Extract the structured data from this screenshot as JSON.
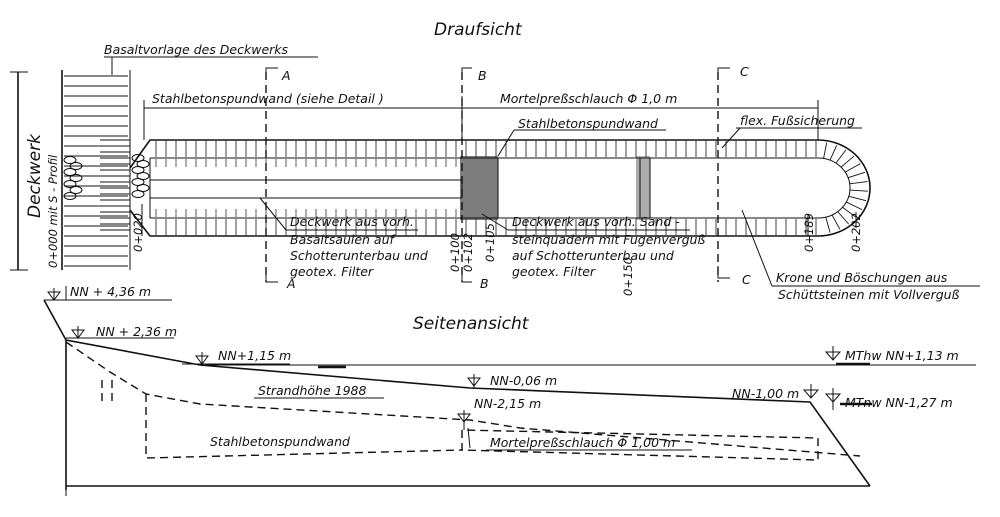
{
  "plan_view": {
    "title": "Draufsicht",
    "labels": {
      "basalt": "Basaltvorlage des Deckwerks",
      "sheetpile_left": "Stahlbetonspundwand (siehe Detail )",
      "sheetpile_mid": "Stahlbetonspundwand",
      "mortar_tube": "Mortelpreßschlauch Φ 1,0 m",
      "toe_protection": "flex. Fußsicherung",
      "deckwerk_basalt": [
        "Deckwerk aus vorh.",
        "Basaltsaulen auf",
        "Schotterunterbau und",
        "geotex. Filter"
      ],
      "deckwerk_sandstone": [
        "Deckwerk aus vorh. Sand -",
        "steinquadern mit Fugenverguß",
        "auf Schotterunterbau und",
        "geotex. Filter"
      ],
      "crown": [
        "Krone und Böschungen aus",
        "Schüttsteinen mit Vollverguß"
      ]
    },
    "vertical_labels": {
      "deckwerk": "Deckwerk",
      "profile": "0+000 mit S - Profil",
      "st_020": "0+020",
      "st_100": "0+100",
      "st_102": "0+102",
      "st_105": "0+105",
      "st_150": "0+150",
      "st_189": "0+189",
      "st_202": "0+202"
    },
    "section_markers": {
      "a": "A",
      "b": "B",
      "c": "C"
    }
  },
  "side_view": {
    "title": "Seitenansicht",
    "levels": {
      "nn_436": "NN + 4,36 m",
      "nn_236": "NN + 2,36 m",
      "nn_115": "NN+1,15 m",
      "mthw": "MThw  NN+1,13 m",
      "nn_006": "NN-0,06 m",
      "nn_100": "NN-1,00 m",
      "nn_215": "NN-2,15 m",
      "mtnw": "MTnw  NN-1,27 m"
    },
    "labels": {
      "beach": "Strandhöhe 1988",
      "sheetpile": "Stahlbetonspundwand",
      "mortar_tube": "Mortelpreßschlauch Φ 1,00 m"
    }
  }
}
